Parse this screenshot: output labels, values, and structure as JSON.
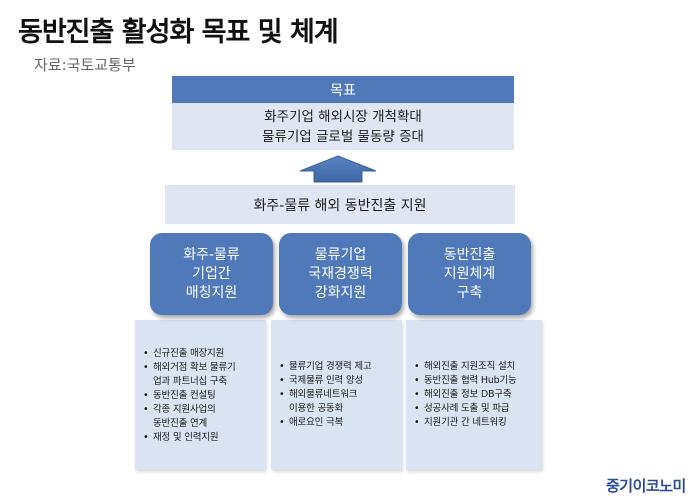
{
  "title": "동반진출 활성화 목표 및 체계",
  "source": "자료:국토교통부",
  "goal": {
    "header": "목표",
    "lines": [
      "화주기업 해외시장 개척확대",
      "물류기업 글로벌 물동량 증대"
    ]
  },
  "support": "화주-물류 해외 동반진출 지원",
  "pillars": [
    {
      "lines": [
        "화주-물류",
        "기업간",
        "매칭지원"
      ],
      "items": [
        [
          "신규진출 매장지원"
        ],
        [
          "해외거점 확보 물류기",
          "업과 파트너십 구축"
        ],
        [
          "동반진출 컨설팅"
        ],
        [
          "각종 지원사업의",
          "동반진출 연계"
        ],
        [
          "재정 및 인력지원"
        ]
      ]
    },
    {
      "lines": [
        "물류기업",
        "국재경쟁력",
        "강화지원"
      ],
      "items": [
        [
          "물류기업 경쟁력 제고"
        ],
        [
          "국제물류 인력 양성"
        ],
        [
          "해외물류네트워크",
          "이용한 공동화"
        ],
        [
          "애로요인 극복"
        ]
      ]
    },
    {
      "lines": [
        "동반진출",
        "지원체계",
        "구축"
      ],
      "items": [
        [
          "해외진출 지원조직 설치"
        ],
        [
          "동반진출 협력 Hub기능"
        ],
        [
          "해외진출 정보 DB구축"
        ],
        [
          "성공사례 도출 및 파급"
        ],
        [
          "지원기관 간 네트워킹"
        ]
      ]
    }
  ],
  "brand": "중기이코노미",
  "colors": {
    "primary": "#4f79b8",
    "light": "#dfe6f2",
    "detail_bg": "#d9e3f1",
    "brand": "#2c4a9a"
  }
}
